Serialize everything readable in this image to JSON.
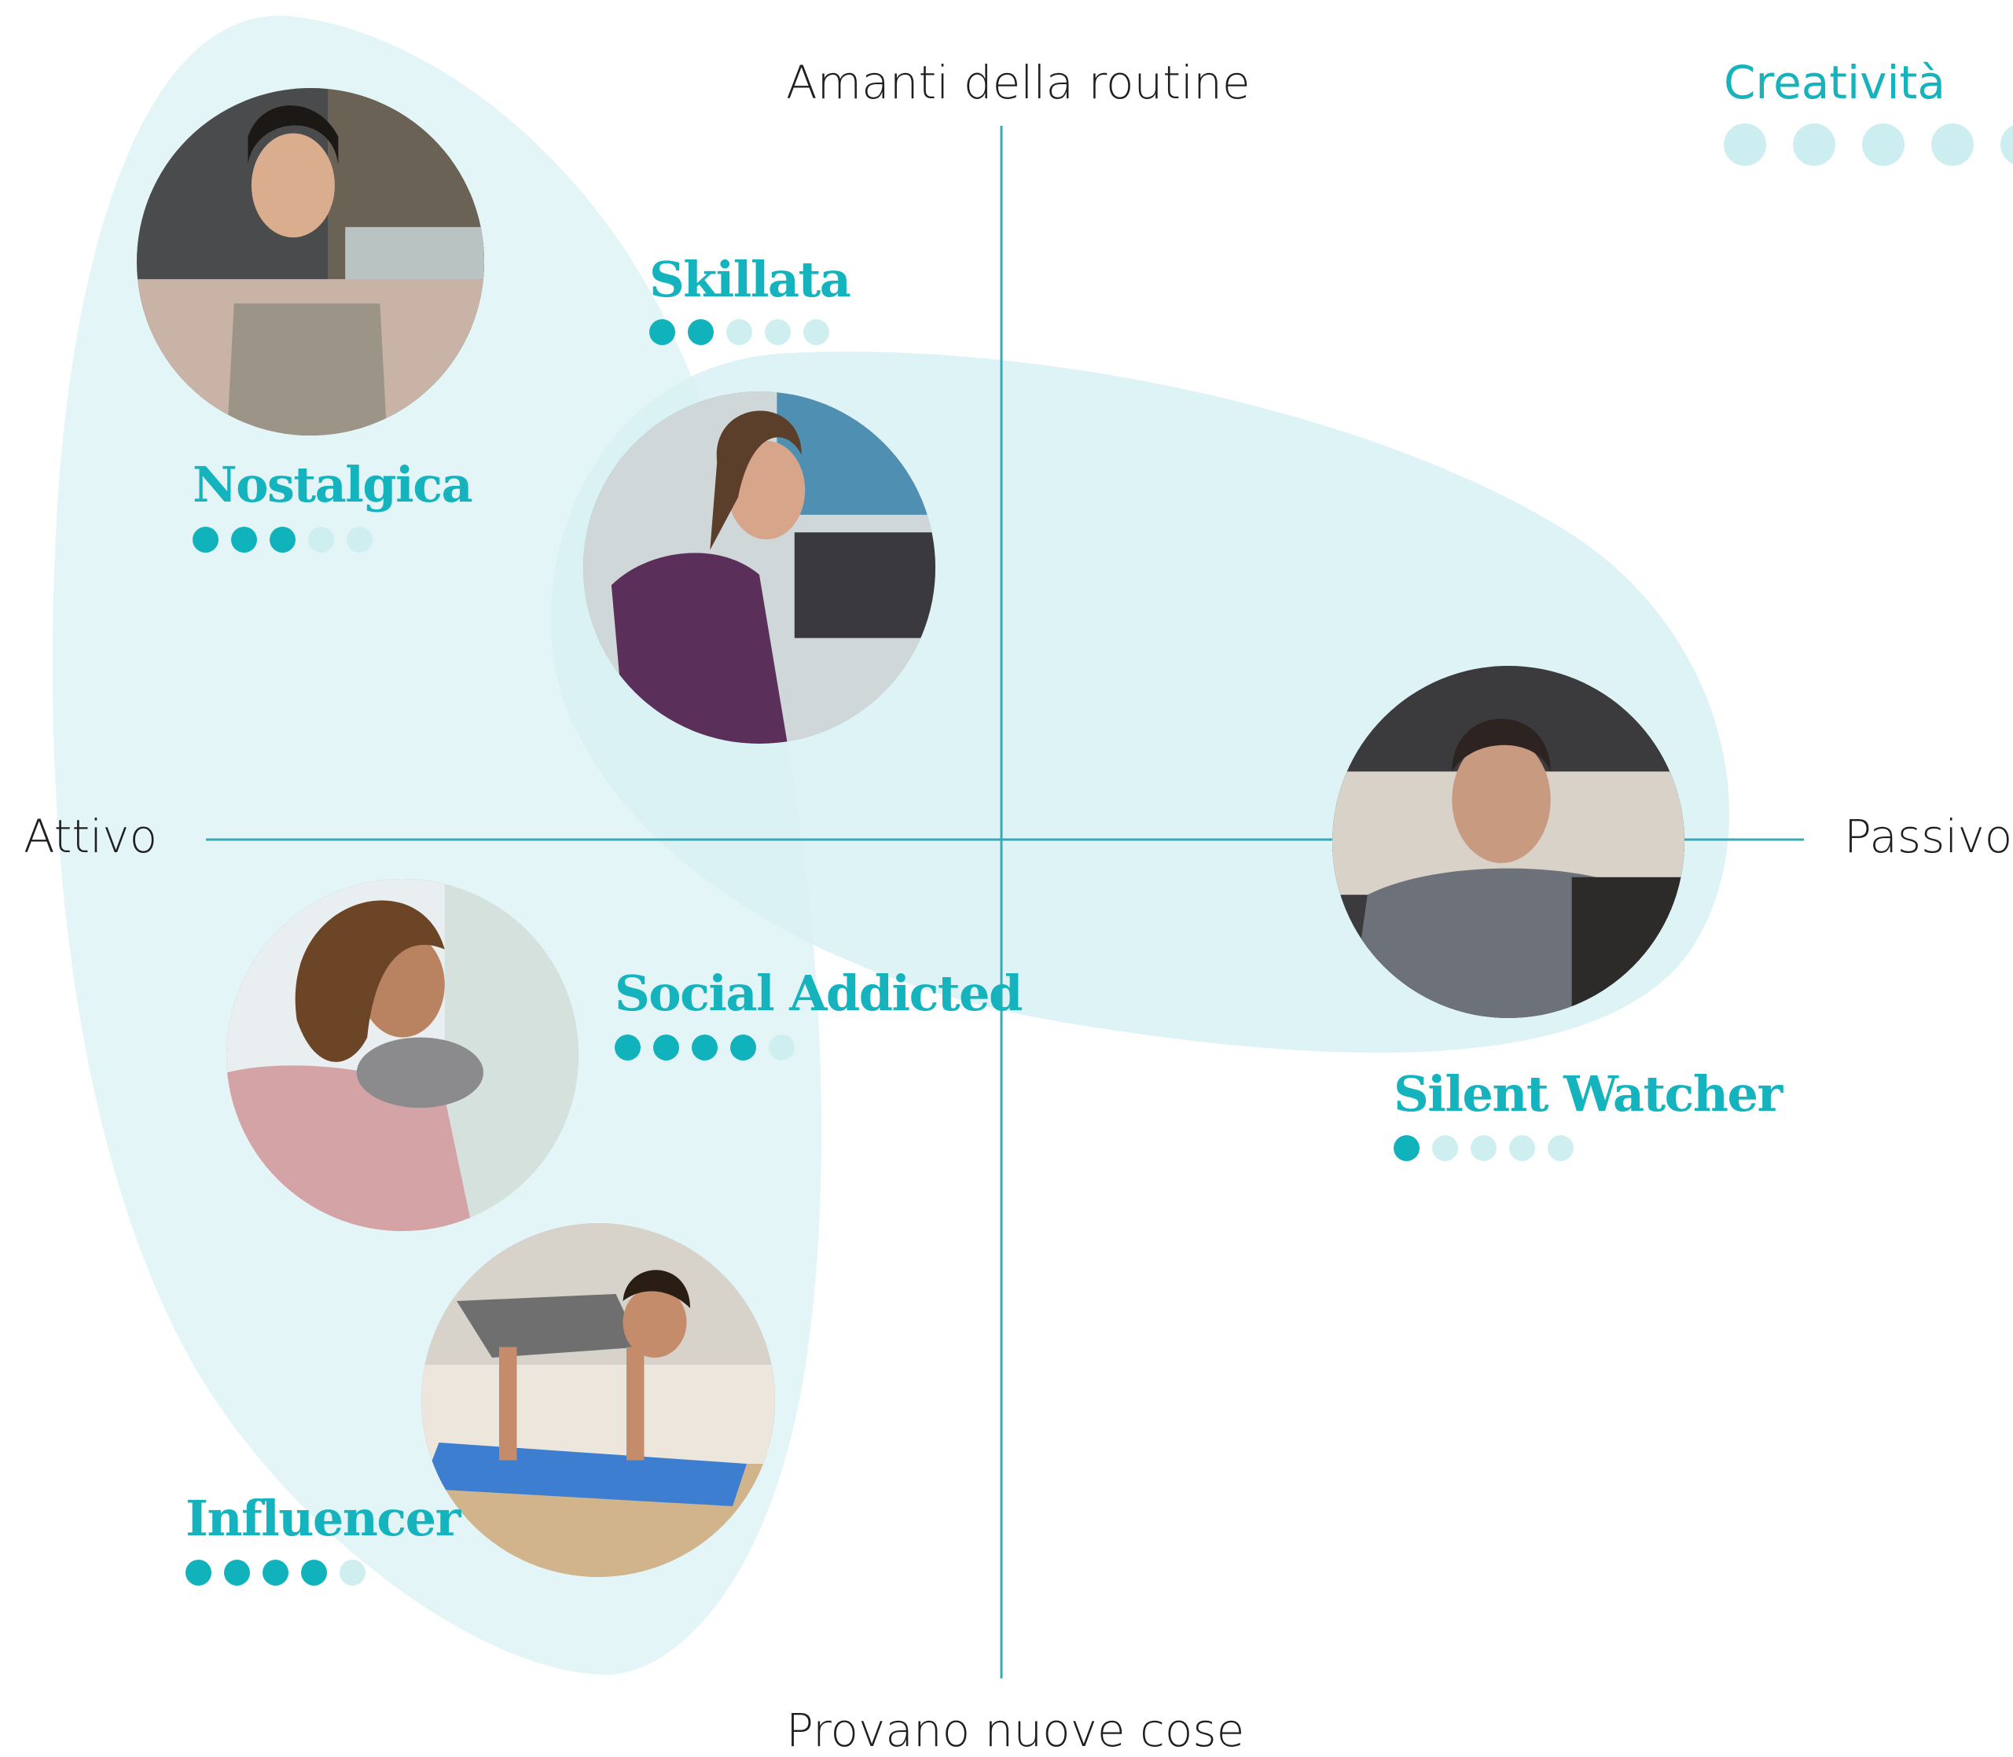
{
  "axes": {
    "top": "Amanti della routine",
    "bottom": "Provano nuove cose",
    "left": "Attivo",
    "right": "Passivo"
  },
  "legend": {
    "title": "Creatività",
    "max_level": 5
  },
  "colors": {
    "accent": "#14b3bd",
    "dot_filled": "#10b2bc",
    "dot_empty": "#cfeef0",
    "cluster_fill": "#e3f5f6",
    "axis_line": "#3aa9b2"
  },
  "personas": [
    {
      "id": "nostalgica",
      "name": "Nostalgica",
      "creativity": 3,
      "photo": "woman-cooking-photo"
    },
    {
      "id": "skillata",
      "name": "Skillata",
      "creativity": 2,
      "photo": "woman-laptop-photo"
    },
    {
      "id": "social-addicted",
      "name": "Social Addicted",
      "creativity": 4,
      "photo": "woman-laughing-photo"
    },
    {
      "id": "influencer",
      "name": "Influencer",
      "creativity": 4,
      "photo": "man-pushup-photo"
    },
    {
      "id": "silent-watcher",
      "name": "Silent Watcher",
      "creativity": 1,
      "photo": "man-in-bed-photo"
    }
  ]
}
